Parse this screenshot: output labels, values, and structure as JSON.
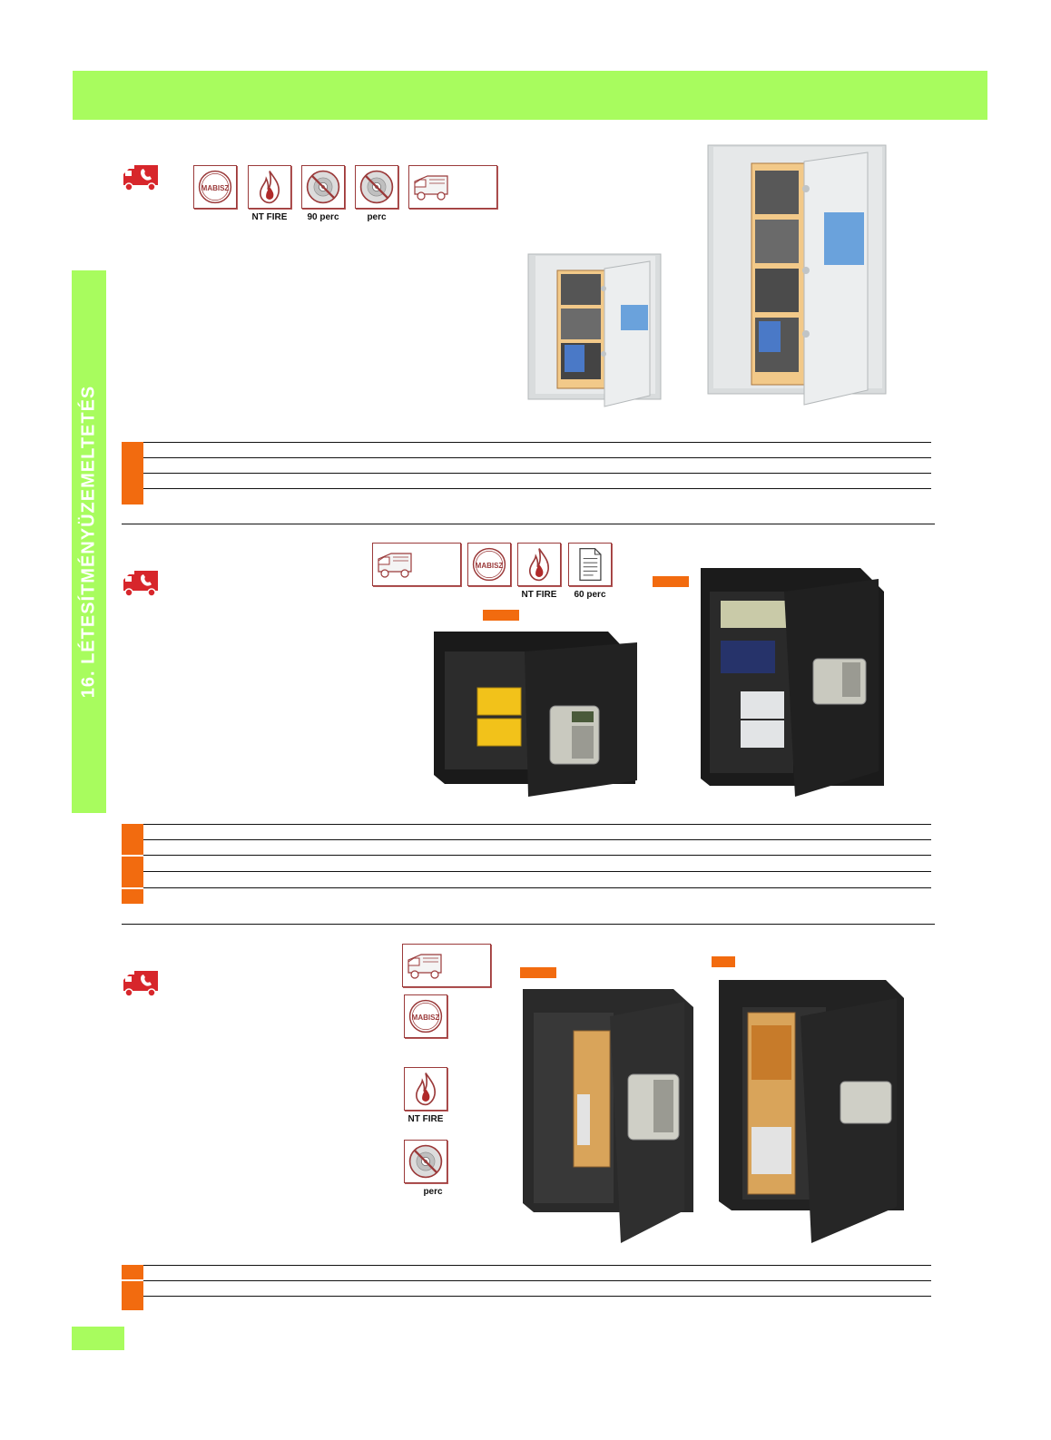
{
  "sidebar": {
    "label": "16. LÉTESÍTMÉNYÜZEMELTETÉS"
  },
  "section1": {
    "badges": [
      {
        "icon": "mabisz-icon",
        "caption": ""
      },
      {
        "icon": "fire-icon",
        "caption": "NT FIRE"
      },
      {
        "icon": "disc-icon",
        "caption": "90 perc"
      },
      {
        "icon": "disc-icon",
        "caption": "perc"
      }
    ]
  },
  "section2": {
    "badges": [
      {
        "icon": "mabisz-icon",
        "caption": ""
      },
      {
        "icon": "fire-icon",
        "caption": "NT FIRE"
      },
      {
        "icon": "document-icon",
        "caption": "60 perc"
      }
    ]
  },
  "section3": {
    "badges": [
      {
        "icon": "mabisz-icon",
        "caption": ""
      },
      {
        "icon": "fire-icon",
        "caption": "NT FIRE"
      },
      {
        "icon": "disc-icon",
        "caption": "perc"
      }
    ]
  },
  "badge_text": {
    "mabisz": "MABISZ"
  },
  "colors": {
    "accent_green": "#a8fc5e",
    "accent_orange": "#f26b0f",
    "badge_red": "#9b3a3a"
  }
}
